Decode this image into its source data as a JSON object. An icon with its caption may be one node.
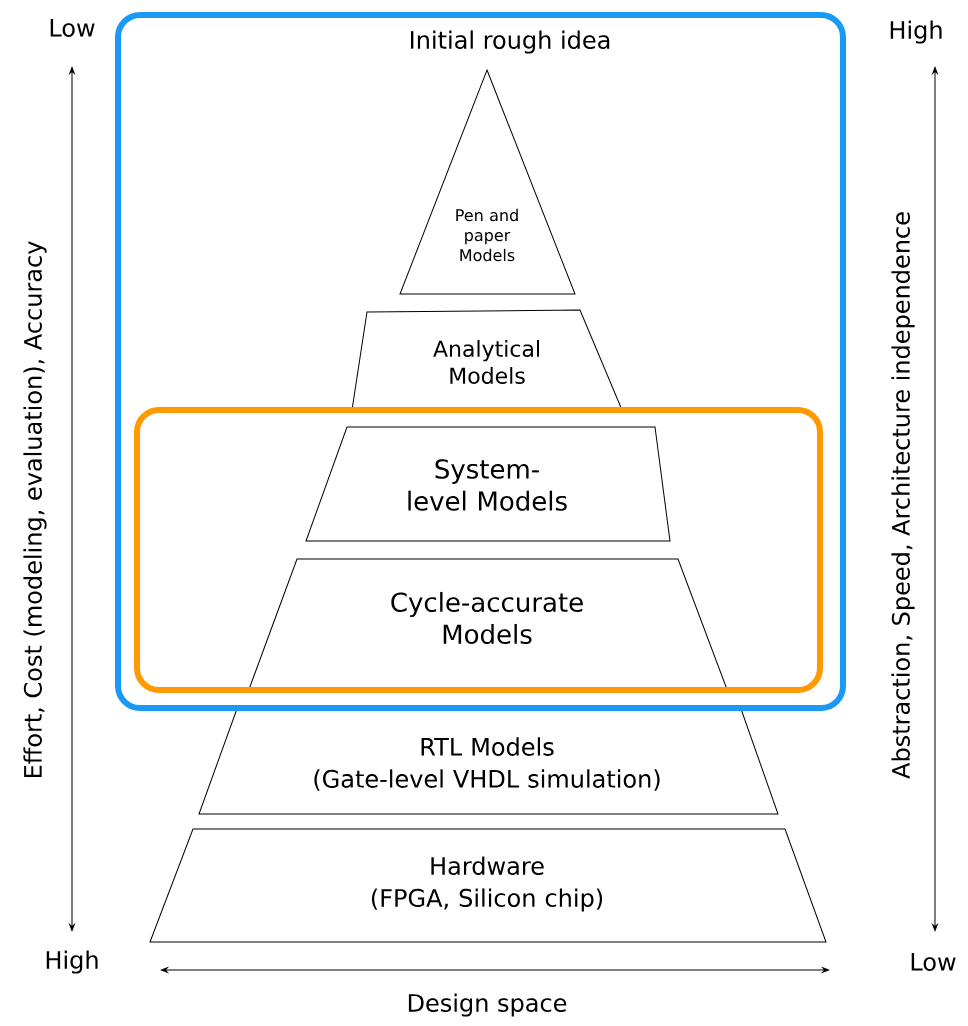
{
  "diagram": {
    "nodes": [
      {
        "text": [],
        "shape": "box"
      },
      {
        "text": [
          "Pen and paper Models"
        ],
        "in": 0
      },
      {
        "text": [
          "Analytical Models"
        ],
        "in": 0
      },
      {
        "text": [],
        "shape": "box",
        "in": 0
      },
      {
        "text": [
          "System-level Models"
        ],
        "in": 3
      },
      {
        "text": [
          "Cycle-accurate Models"
        ],
        "in": 3
      },
      {
        "text": [
          "RTL Models",
          "(Gate-level VHDL simulation)"
        ]
      },
      {
        "text": [
          "Hardware",
          "(FPGA, Silicon chip)"
        ]
      }
    ],
    "labels": [
      "Low",
      "Initial rough idea",
      "High",
      "Effort, Cost (modeling, evaluation), Accuracy",
      "Abstraction, Speed, Architecture independence",
      "High",
      "Low",
      "Design space"
    ]
  }
}
